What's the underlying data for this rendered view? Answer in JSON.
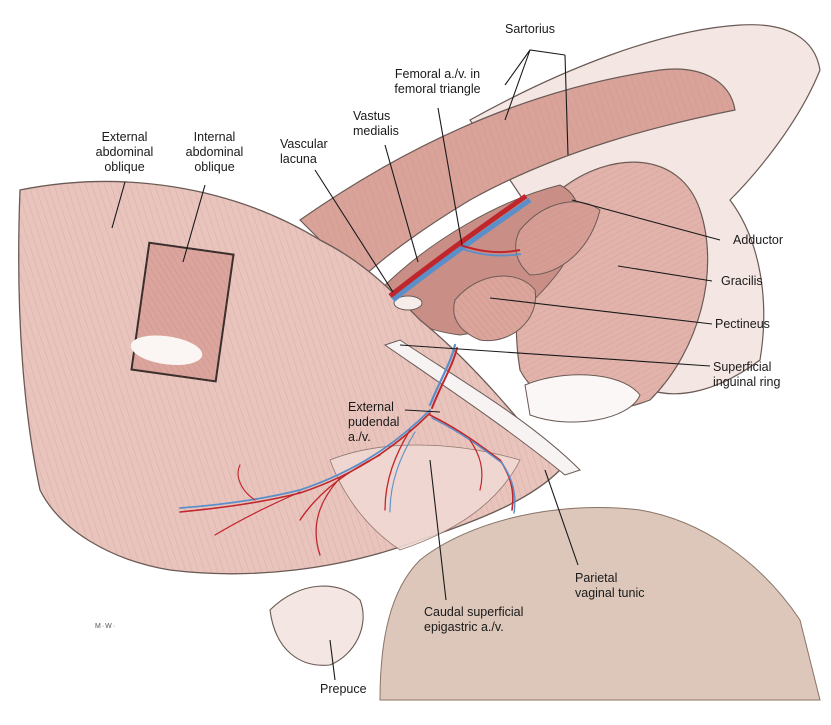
{
  "figure": {
    "labels": {
      "sartorius": "Sartorius",
      "femoral_vessels": "Femoral a./v. in\nfemoral triangle",
      "vastus_medialis": "Vastus\nmedialis",
      "vascular_lacuna": "Vascular\nlacuna",
      "external_abdominal_oblique": "External\nabdominal\noblique",
      "internal_abdominal_oblique": "Internal\nabdominal\noblique",
      "adductor": "Adductor",
      "gracilis": "Gracilis",
      "pectineus": "Pectineus",
      "superficial_inguinal_ring": "Superficial\ninguinal ring",
      "external_pudendal": "External\npudendal\na./v.",
      "parietal_vaginal_tunic": "Parietal\nvaginal tunic",
      "caudal_superficial_epigastric": "Caudal superficial\nepigastric a./v.",
      "prepuce": "Prepuce"
    },
    "signature": "M·W·",
    "colors": {
      "muscle": "#e2b3ab",
      "muscle_dark": "#c98f86",
      "fascia": "#ecd2cc",
      "artery": "#c0272d",
      "vein": "#5b8fc9",
      "skin": "#f4e7e3",
      "background_tissue": "#dcc7ba",
      "leader": "#1a1a1a"
    }
  }
}
